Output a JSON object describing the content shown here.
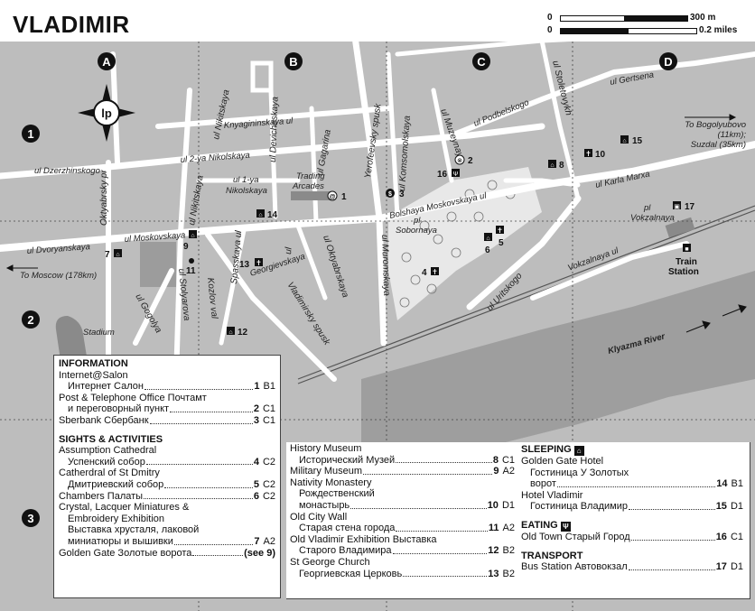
{
  "title": "VLADIMIR",
  "scale": {
    "zero1": "0",
    "m": "300 m",
    "zero2": "0",
    "mi": "0.2 miles"
  },
  "grid_letters": [
    "A",
    "B",
    "C",
    "D"
  ],
  "grid_numbers": [
    "1",
    "2",
    "3"
  ],
  "compass": "lp",
  "streets": {
    "dzerzhinskogo": "ul Dzerzhinskogo",
    "nikolskaya2": "ul 2-ya Nikolskaya",
    "nikolskaya1a": "ul 1-ya",
    "nikolskaya1b": "Nikolskaya",
    "knyaginin": "Knyagininskaya ul",
    "oktyabrsky_pr": "Oktyabrsky pr",
    "nikitskaya_top": "ul Nikitskaya",
    "nikitskaya_low": "ul Nikitskaya",
    "devicheskaya": "ul Devicheskaya",
    "gagarina": "ul Gagarina",
    "yerofeevsky": "Yerofeevsky spusk",
    "komsomolskaya": "ul Komsomolskaya",
    "muzeynaya": "ul Muzeynaya",
    "podbelskogo": "ul Podbelskogo",
    "stoletovykh": "ul Stoletovykh",
    "gertsena": "ul Gertsena",
    "bolshaya": "Bolshaya Moskovskaya ul",
    "karla": "ul Karla Marxa",
    "dvoryanskaya": "ul Dvoryanskaya",
    "moskovskaya": "ul Moskovskaya",
    "spasskaya": "Spasskaya ul",
    "georgievskaya": "Georgievskaya",
    "oktyabrskaya": "ul Oktyabrskaya",
    "vladimirsky": "Vladimirsky spusk",
    "muromskaya": "ul Muromskaya",
    "uritskogo": "ul Uritskogo",
    "vokzalnaya_ul": "Vokzalnaya ul",
    "gogolya": "ul Gogolya",
    "stolyarova": "ul Stolyarova",
    "kozlov": "Kozlov val",
    "ul_small": "ul"
  },
  "places": {
    "trading1": "Trading",
    "trading2": "Arcades",
    "sobornaya1": "pl",
    "sobornaya2": "Sobornaya",
    "vokzalnaya1": "pl",
    "vokzalnaya2": "Vokzalnaya",
    "stadium": "Stadium",
    "train1": "Train",
    "train2": "Station",
    "river": "Klyazma River",
    "to_moscow": "To Moscow (178km)",
    "to_bog1": "To Bogolyubovo",
    "to_bog2": "(11km);",
    "to_bog3": "Suzdal (35km)"
  },
  "pois": [
    "1",
    "2",
    "3",
    "4",
    "5",
    "6",
    "7",
    "8",
    "9",
    "10",
    "11",
    "12",
    "13",
    "14",
    "15",
    "16",
    "17"
  ],
  "legend_left": {
    "info_h": "INFORMATION",
    "info": [
      {
        "t": "Internet@Salon",
        "ind": false
      },
      {
        "t": "Интернет Салон",
        "n": "1",
        "g": "B1",
        "ind": true
      },
      {
        "t": "Post & Telephone Office Почтамт",
        "ind": false
      },
      {
        "t": "и переговорный пункт",
        "n": "2",
        "g": "C1",
        "ind": true
      },
      {
        "t": "Sberbank Сбербанк",
        "n": "3",
        "g": "C1",
        "ind": false
      }
    ],
    "sights_h": "SIGHTS & ACTIVITIES",
    "sights": [
      {
        "t": "Assumption Cathedral",
        "ind": false
      },
      {
        "t": "Успенский собор",
        "n": "4",
        "g": "C2",
        "ind": true
      },
      {
        "t": "Catherdral of St Dmitry",
        "ind": false
      },
      {
        "t": "Дмитриевский собор",
        "n": "5",
        "g": "C2",
        "ind": true
      },
      {
        "t": "Chambers Палаты",
        "n": "6",
        "g": "C2",
        "ind": false
      },
      {
        "t": "Crystal, Lacquer Miniatures &",
        "ind": false
      },
      {
        "t": "Embroidery Exhibition",
        "ind": true
      },
      {
        "t": "Выставка хрусталя, лаковой",
        "ind": true
      },
      {
        "t": "миниатюры и вышивки",
        "n": "7",
        "g": "A2",
        "ind": true
      },
      {
        "t": "Golden Gate Золотые ворота",
        "n": "(see 9)",
        "g": "",
        "ind": false
      }
    ]
  },
  "legend_mid": [
    {
      "t": "History Museum",
      "ind": false
    },
    {
      "t": "Исторический Музей",
      "n": "8",
      "g": "C1",
      "ind": true
    },
    {
      "t": "Military Museum",
      "n": "9",
      "g": "A2",
      "ind": false
    },
    {
      "t": "Nativity Monastery",
      "ind": false
    },
    {
      "t": "Рождественский",
      "ind": true
    },
    {
      "t": "монастырь",
      "n": "10",
      "g": "D1",
      "ind": true
    },
    {
      "t": "Old City Wall",
      "ind": false
    },
    {
      "t": "Старая стена города",
      "n": "11",
      "g": "A2",
      "ind": true
    },
    {
      "t": "Old Vladimir Exhibition Выставка",
      "ind": false
    },
    {
      "t": "Старого Владимира",
      "n": "12",
      "g": "B2",
      "ind": true
    },
    {
      "t": "St George Church",
      "ind": false
    },
    {
      "t": "Георгиевская Церковь",
      "n": "13",
      "g": "B2",
      "ind": true
    }
  ],
  "legend_right": {
    "sleep_h": "SLEEPING",
    "sleep": [
      {
        "t": "Golden Gate Hotel",
        "ind": false
      },
      {
        "t": "Гостиница У Золотых",
        "ind": true
      },
      {
        "t": "ворот",
        "n": "14",
        "g": "B1",
        "ind": true
      },
      {
        "t": "Hotel Vladimir",
        "ind": false
      },
      {
        "t": "Гостиница Владимир",
        "n": "15",
        "g": "D1",
        "ind": true
      }
    ],
    "eat_h": "EATING",
    "eat": [
      {
        "t": "Old Town Старый Город",
        "n": "16",
        "g": "C1",
        "ind": false
      }
    ],
    "trans_h": "TRANSPORT",
    "trans": [
      {
        "t": "Bus Station Автовокзал",
        "n": "17",
        "g": "D1",
        "ind": false
      }
    ]
  },
  "colors": {
    "land": "#bdbdbd",
    "road": "#ffffff",
    "park": "#9c9c9c",
    "river": "#9e9e9e",
    "ink": "#111111"
  }
}
